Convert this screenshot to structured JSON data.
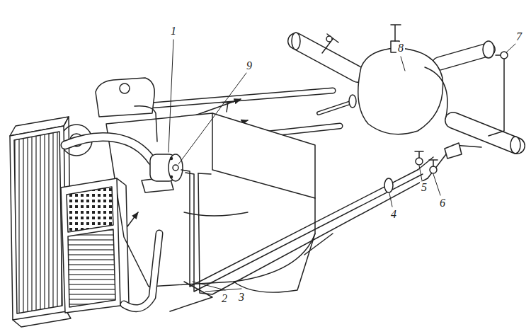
{
  "diagram": {
    "labels": [
      "1",
      "9",
      "8",
      "7",
      "5",
      "6",
      "4",
      "2",
      "3"
    ]
  }
}
